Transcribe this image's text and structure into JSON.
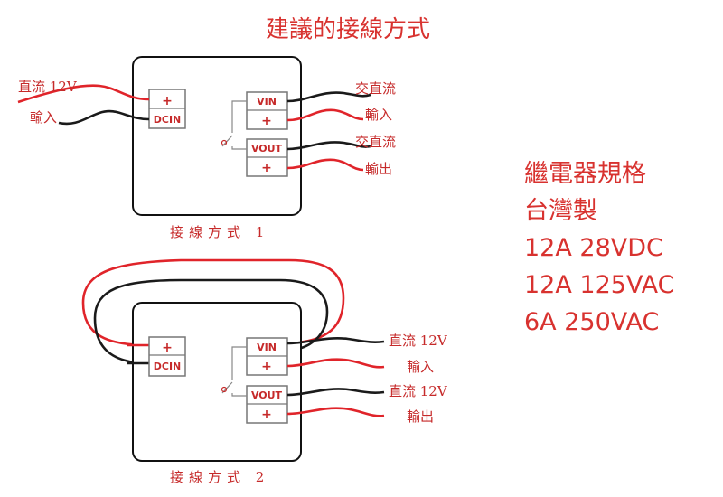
{
  "title": "建議的接線方式",
  "diagram1": {
    "caption": "接線方式 1",
    "dc_input": [
      "直流 12V",
      "輸入"
    ],
    "ac_dc_input": [
      "交直流",
      "輸入"
    ],
    "ac_dc_output": [
      "交直流",
      "輸出"
    ]
  },
  "diagram2": {
    "caption": "接線方式 2",
    "dc_input": [
      "直流 12V",
      "輸入"
    ],
    "dc_output": [
      "直流 12V",
      "輸出"
    ]
  },
  "terminals": {
    "dcin": "DCIN",
    "vin": "VIN",
    "vout": "VOUT",
    "plus": "+"
  },
  "specs": [
    "繼電器規格",
    "台灣製",
    "12A 28VDC",
    "12A 125VAC",
    "6A 250VAC"
  ],
  "colors": {
    "accent": "#d8322f",
    "wire_red": "#e0242a",
    "wire_black": "#1a1a1a"
  }
}
